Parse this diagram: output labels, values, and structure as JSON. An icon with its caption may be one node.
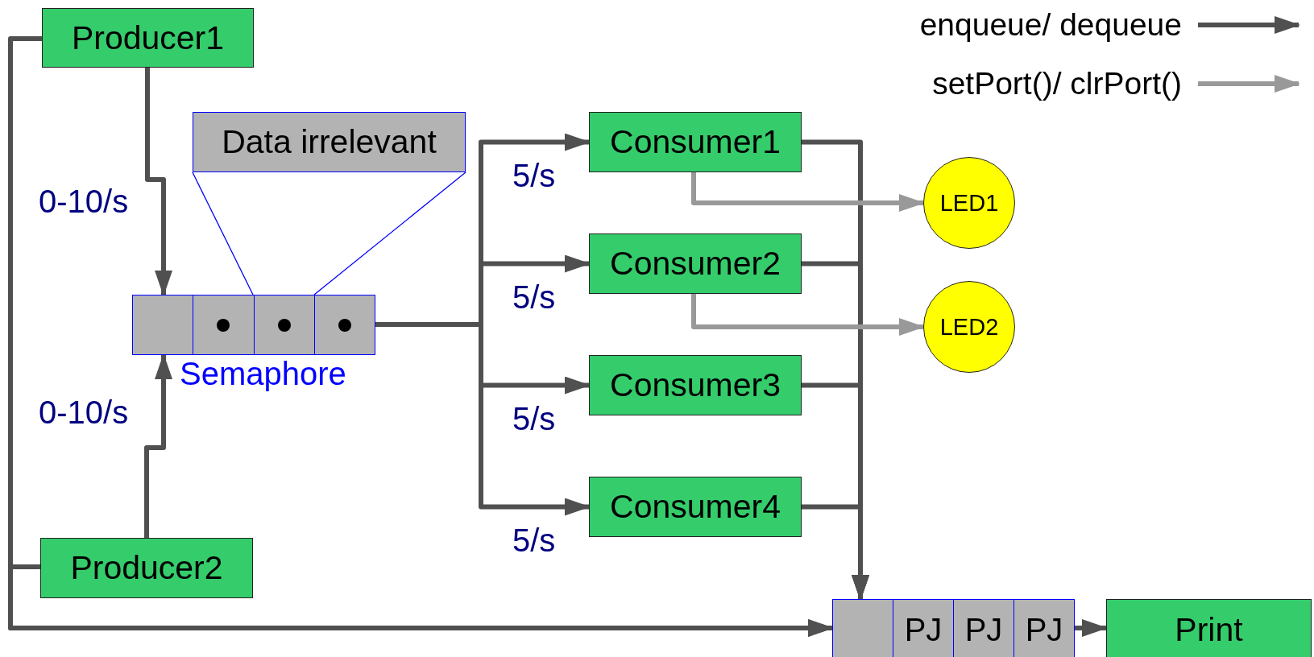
{
  "diagram": {
    "nodes": [
      {
        "text": [
          "Producer1"
        ]
      },
      {
        "text": [
          "Data irrelevant"
        ]
      },
      {
        "text": [],
        "shape": "box",
        "beside": [
          "Semaphore"
        ]
      },
      {
        "text": [
          "Producer2"
        ]
      },
      {
        "text": [
          "Consumer1"
        ]
      },
      {
        "text": [
          "Consumer2"
        ]
      },
      {
        "text": [
          "Consumer3"
        ]
      },
      {
        "text": [
          "Consumer4"
        ]
      },
      {
        "text": [
          "LED1"
        ]
      },
      {
        "text": [
          "LED2"
        ]
      },
      {
        "text": [
          "PJ",
          "PJ",
          "PJ"
        ]
      },
      {
        "text": [
          "Print"
        ]
      }
    ],
    "edges": [
      {
        "from": 0,
        "to": 2,
        "arrow": "to",
        "label": "0-10/s"
      },
      {
        "from": 3,
        "to": 2,
        "arrow": "to",
        "label": "0-10/s"
      },
      {
        "from": 2,
        "to": 4,
        "arrow": "to",
        "label": "5/s"
      },
      {
        "from": 2,
        "to": 5,
        "arrow": "to",
        "label": "5/s"
      },
      {
        "from": 2,
        "to": 6,
        "arrow": "to",
        "label": "5/s"
      },
      {
        "from": 2,
        "to": 7,
        "arrow": "to",
        "label": "5/s"
      },
      {
        "from": 4,
        "to": 10,
        "arrow": "to"
      },
      {
        "from": 5,
        "to": 10,
        "arrow": "to"
      },
      {
        "from": 6,
        "to": 10,
        "arrow": "to"
      },
      {
        "from": 7,
        "to": 10,
        "arrow": "to"
      },
      {
        "from": 0,
        "to": 10,
        "arrow": "to"
      },
      {
        "from": 3,
        "to": 10,
        "arrow": "to"
      },
      {
        "from": 4,
        "to": 8,
        "arrow": "to",
        "color": "#999999"
      },
      {
        "from": 5,
        "to": 9,
        "arrow": "to",
        "color": "#999999"
      },
      {
        "from": 10,
        "to": 11,
        "arrow": "to"
      },
      {
        "from": 1,
        "to": 2,
        "arrow": "none",
        "color": "#0000ff"
      },
      {
        "from": 1,
        "to": 2,
        "arrow": "none",
        "color": "#0000ff"
      }
    ],
    "legend": [
      {
        "text": "enqueue/ dequeue"
      },
      {
        "text": "setPort()/ clrPort()"
      }
    ]
  }
}
